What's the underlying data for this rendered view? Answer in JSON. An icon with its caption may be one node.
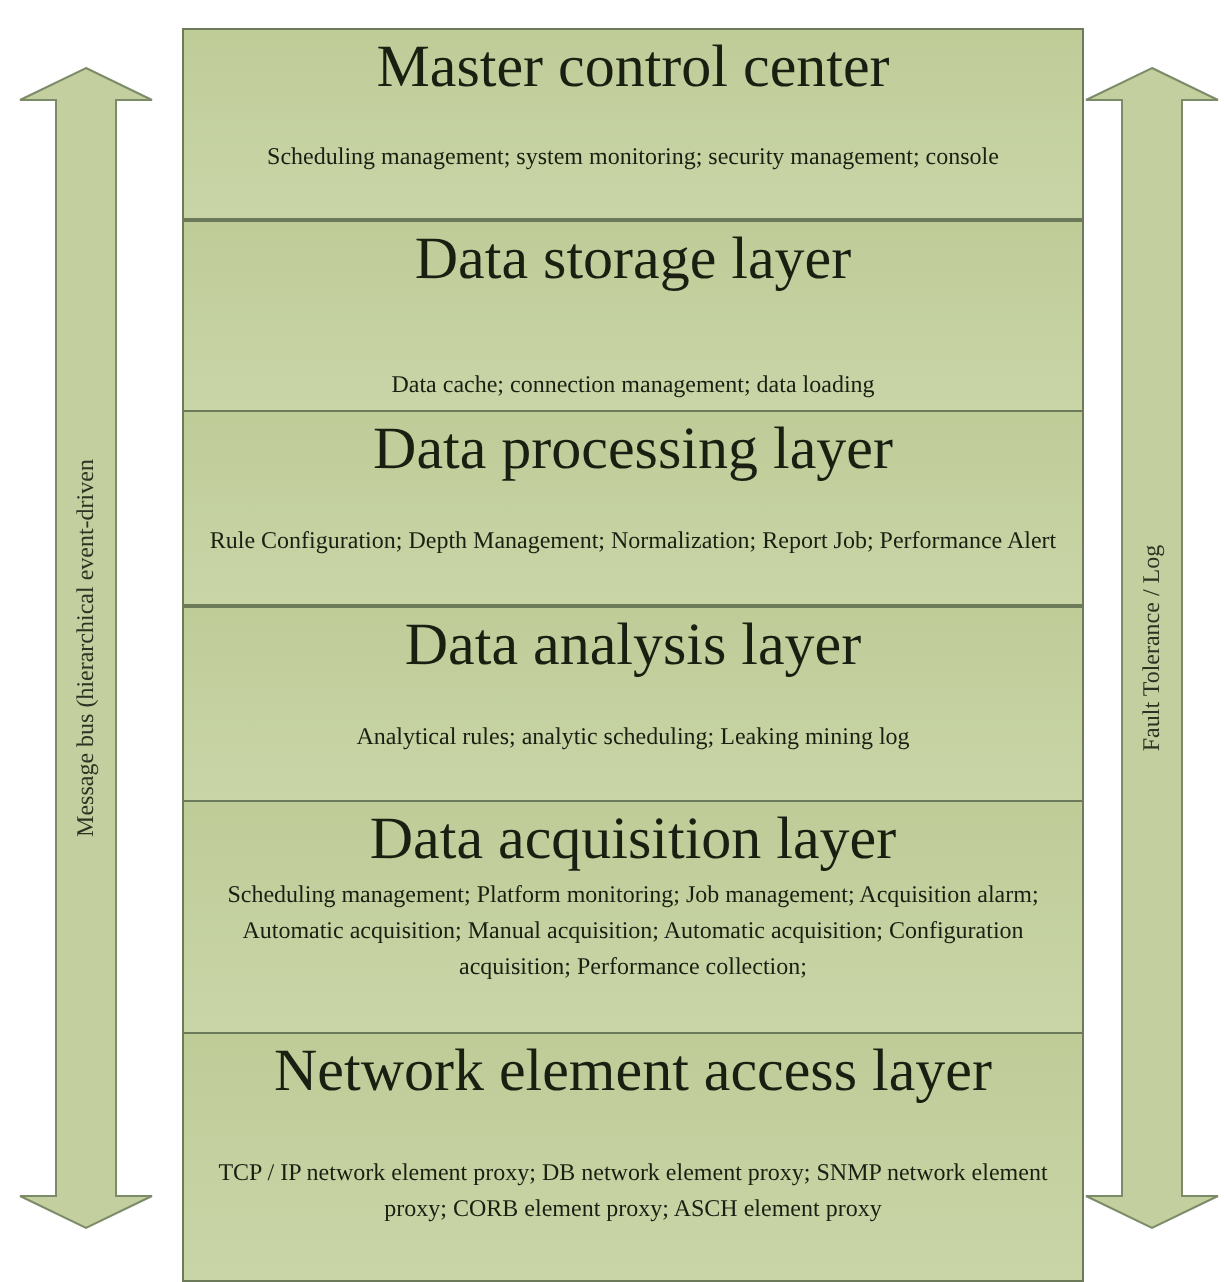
{
  "diagram": {
    "nodes": [
      {
        "text": [
          "Master control center",
          "Scheduling management; system monitoring; security management; console"
        ]
      },
      {
        "text": [
          "Data storage layer",
          "Data cache; connection management; data loading"
        ]
      },
      {
        "text": [
          "Data processing layer",
          "Rule Configuration; Depth Management; Normalization; Report Job; Performance Alert"
        ]
      },
      {
        "text": [
          "Data analysis layer",
          "Analytical rules; analytic scheduling; Leaking mining log"
        ]
      },
      {
        "text": [
          "Data acquisition layer",
          "Scheduling management; Platform monitoring; Job management; Acquisition alarm; Automatic acquisition; Manual acquisition; Automatic acquisition; Configuration acquisition; Performance collection;"
        ]
      },
      {
        "text": [
          "Network element access layer",
          "TCP / IP network element proxy; DB network element proxy; SNMP network element proxy; CORB element proxy; ASCH element proxy"
        ]
      },
      {
        "text": [
          "Message bus (hierarchical event-driven"
        ]
      },
      {
        "text": [
          "Fault Tolerance / Log"
        ]
      }
    ]
  }
}
